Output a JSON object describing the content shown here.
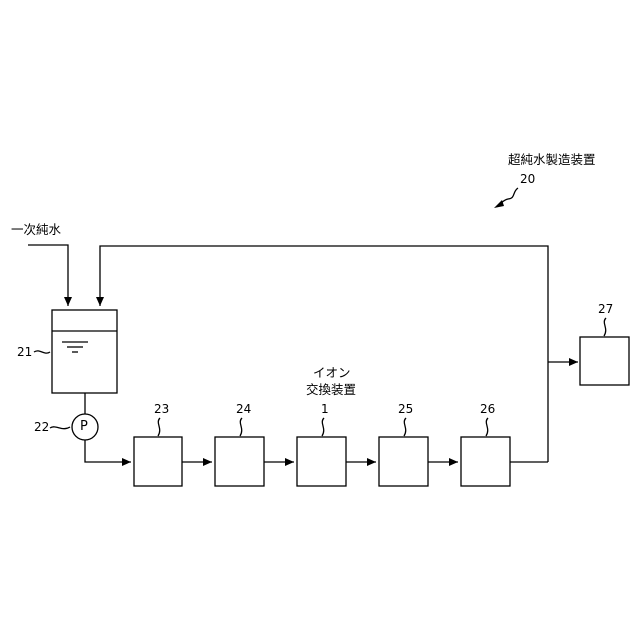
{
  "system": {
    "title": "超純水製造装置",
    "ref": "20"
  },
  "input": {
    "label": "一次純水"
  },
  "tank": {
    "ref": "21"
  },
  "pump": {
    "ref": "22",
    "symbol": "P"
  },
  "units": [
    {
      "ref": "23"
    },
    {
      "ref": "24"
    },
    {
      "ref": "1",
      "name_line1": "イオン",
      "name_line2": "交換装置"
    },
    {
      "ref": "25"
    },
    {
      "ref": "26"
    }
  ],
  "outlet": {
    "ref": "27"
  }
}
